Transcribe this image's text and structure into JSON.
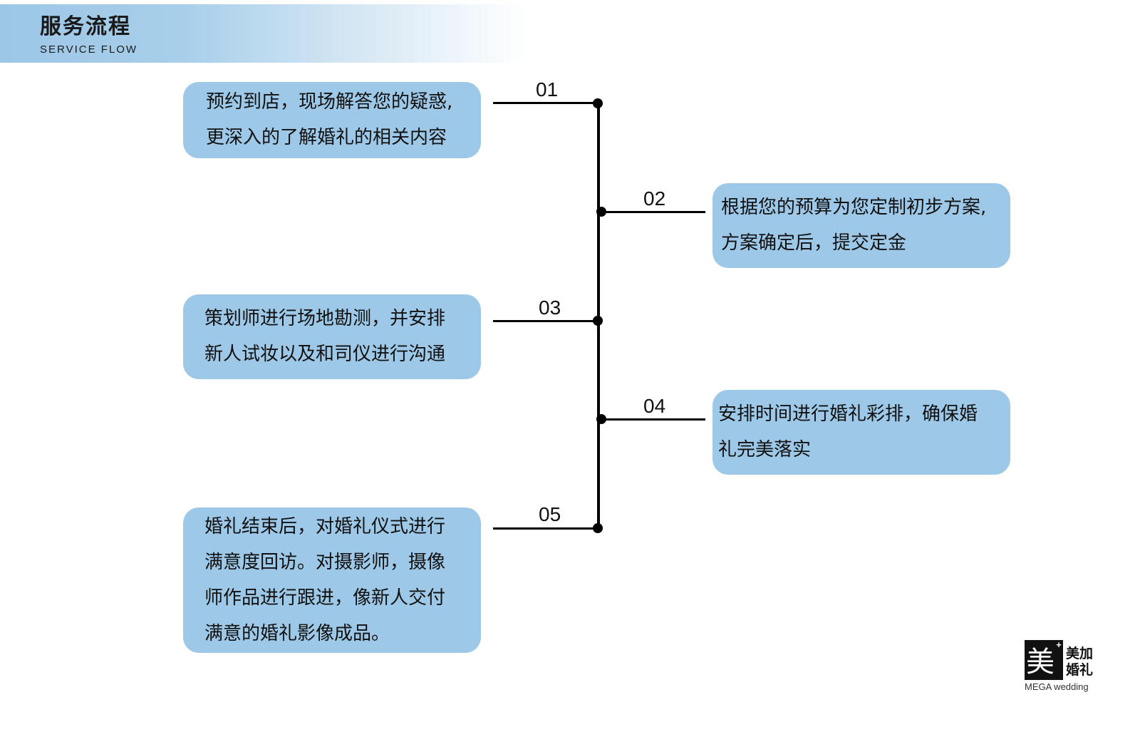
{
  "header": {
    "title": "服务流程",
    "subtitle": "SERVICE FLOW"
  },
  "steps": [
    {
      "number": "01",
      "lines": [
        "预约到店，现场解答您的疑惑,",
        "更深入的了解婚礼的相关内容"
      ]
    },
    {
      "number": "02",
      "lines": [
        "根据您的预算为您定制初步方案,",
        "方案确定后，提交定金"
      ]
    },
    {
      "number": "03",
      "lines": [
        "策划师进行场地勘测，并安排",
        "新人试妆以及和司仪进行沟通"
      ]
    },
    {
      "number": "04",
      "lines": [
        "安排时间进行婚礼彩排，确保婚",
        "礼完美落实"
      ]
    },
    {
      "number": "05",
      "lines": [
        "婚礼结束后，对婚礼仪式进行",
        "满意度回访。对摄影师，摄像",
        "师作品进行跟进，像新人交付",
        "满意的婚礼影像成品。"
      ]
    }
  ],
  "logo": {
    "mark": "美",
    "plus": "+",
    "cn_line1": "美加",
    "cn_line2": "婚礼",
    "en": "MEGA wedding"
  },
  "colors": {
    "box": "#9dc8e7",
    "header_start": "#9cc7e6",
    "line": "#000000"
  }
}
